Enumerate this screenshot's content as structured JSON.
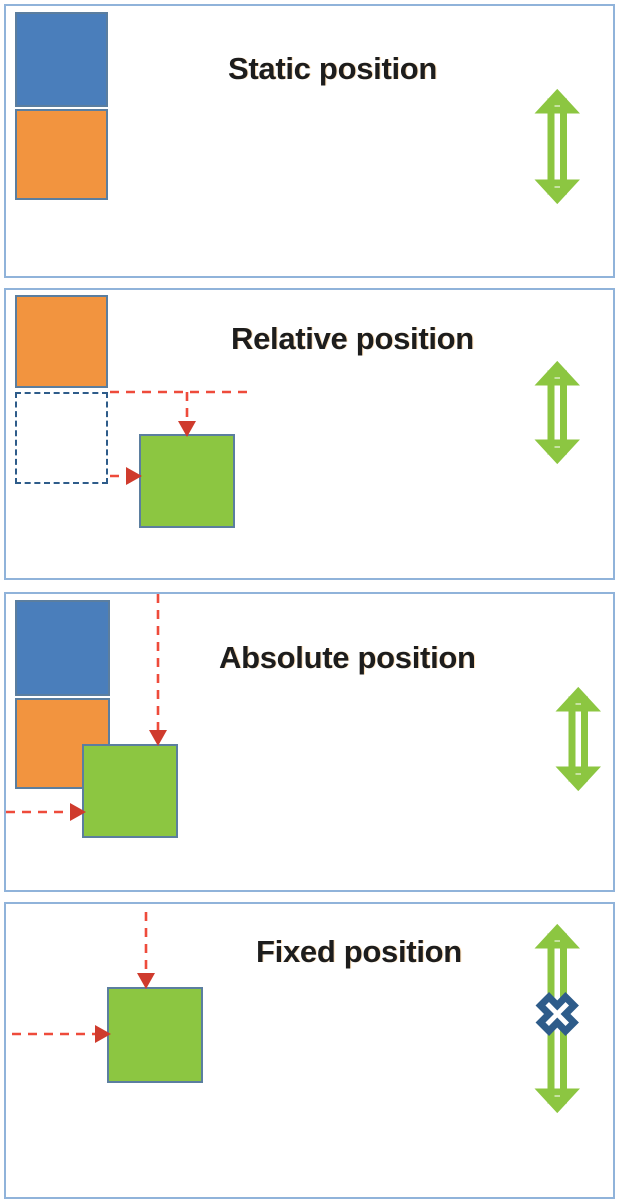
{
  "diagram": {
    "title": "CSS position property illustration",
    "colors": {
      "panel_border": "#90b3da",
      "block_border": "#5b7e9f",
      "blue_block": "#4a7ebb",
      "orange_block": "#f2943f",
      "green_block": "#8cc641",
      "offset_arrow": "#ee4b3b",
      "scroll_arrow": "#8cc641",
      "no_scroll_marker": "#2e5c8a",
      "title_text": "#1d1d1d"
    }
  },
  "panels": [
    {
      "id": "static",
      "title": "Static position",
      "blocks": [
        {
          "name": "blue-block",
          "color": "blue"
        },
        {
          "name": "orange-block",
          "color": "orange"
        }
      ],
      "scroll_indicator": "scrolls",
      "offset_arrows": []
    },
    {
      "id": "relative",
      "title": "Relative position",
      "blocks": [
        {
          "name": "orange-block",
          "color": "orange"
        },
        {
          "name": "original-slot-outline",
          "color": "ghost"
        },
        {
          "name": "green-block",
          "color": "green"
        }
      ],
      "scroll_indicator": "scrolls",
      "offset_arrows": [
        "top-offset-arrow",
        "left-offset-arrow"
      ]
    },
    {
      "id": "absolute",
      "title": "Absolute position",
      "blocks": [
        {
          "name": "blue-block",
          "color": "blue"
        },
        {
          "name": "orange-block",
          "color": "orange"
        },
        {
          "name": "green-block",
          "color": "green"
        }
      ],
      "scroll_indicator": "scrolls",
      "offset_arrows": [
        "top-offset-arrow",
        "left-offset-arrow"
      ]
    },
    {
      "id": "fixed",
      "title": "Fixed position",
      "blocks": [
        {
          "name": "green-block",
          "color": "green"
        }
      ],
      "scroll_indicator": "does-not-scroll",
      "offset_arrows": [
        "top-offset-arrow",
        "left-offset-arrow"
      ]
    }
  ],
  "icons": {
    "scroll_arrow": "double-headed-vertical-arrow-icon",
    "no_scroll_marker": "x-cross-icon"
  }
}
